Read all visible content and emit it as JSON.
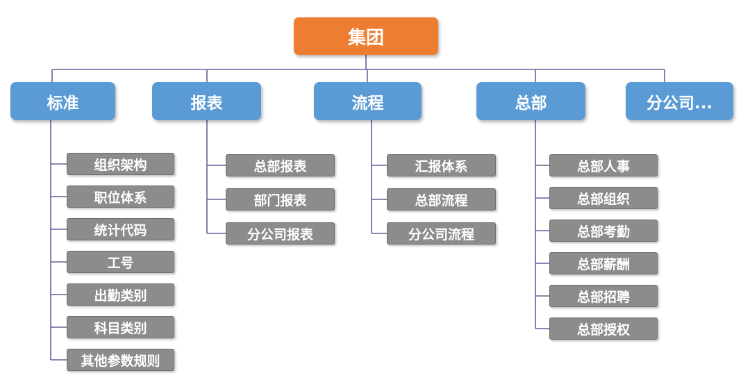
{
  "root": {
    "label": "集团",
    "color": "#ec7d31"
  },
  "colors": {
    "category": "#5b9bd5",
    "leaf": "#8c8c8c",
    "connector": "#6c5b9b"
  },
  "categories": [
    {
      "label": "标准",
      "children": [
        "组织架构",
        "职位体系",
        "统计代码",
        "工号",
        "出勤类别",
        "科目类别",
        "其他参数规则"
      ]
    },
    {
      "label": "报表",
      "children": [
        "总部报表",
        "部门报表",
        "分公司报表"
      ]
    },
    {
      "label": "流程",
      "children": [
        "汇报体系",
        "总部流程",
        "分公司流程"
      ]
    },
    {
      "label": "总部",
      "children": [
        "总部人事",
        "总部组织",
        "总部考勤",
        "总部薪酬",
        "总部招聘",
        "总部授权"
      ]
    },
    {
      "label": "分公司...",
      "children": []
    }
  ]
}
